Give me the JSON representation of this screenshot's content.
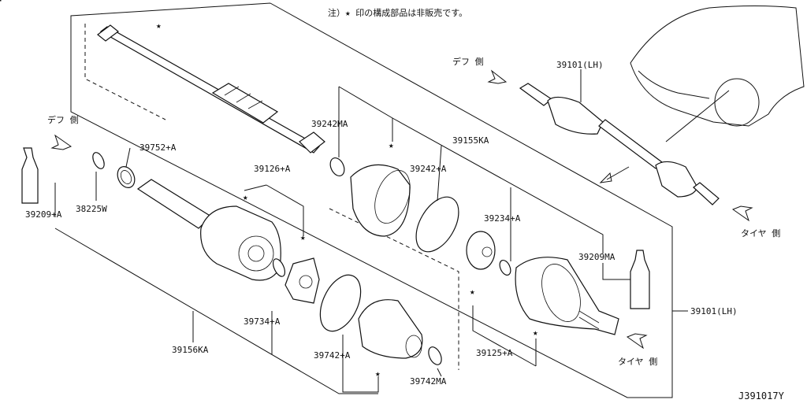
{
  "diagram": {
    "note": "注）★ 印の構成部品は非販売です。",
    "code": "J391017Y",
    "star": "★",
    "labels": {
      "p39101_lh_top": "39101(LH)",
      "p39101_lh_right": "39101(LH)",
      "p39242ma": "39242MA",
      "p39155ka": "39155KA",
      "p39752a": "39752+A",
      "p39126a": "39126+A",
      "p39242a": "39242+A",
      "p39234a": "39234+A",
      "p39209ma": "39209MA",
      "p39209a": "39209+A",
      "p38225w": "38225W",
      "p39734a": "39734+A",
      "p39156ka": "39156KA",
      "p39742a": "39742+A",
      "p39742ma": "39742MA",
      "p39125a": "39125+A"
    },
    "directions": {
      "diff_top": "デフ 側",
      "diff_left": "デフ 側",
      "tire_right": "タイヤ 側",
      "tire_bottom": "タイヤ 側"
    }
  }
}
